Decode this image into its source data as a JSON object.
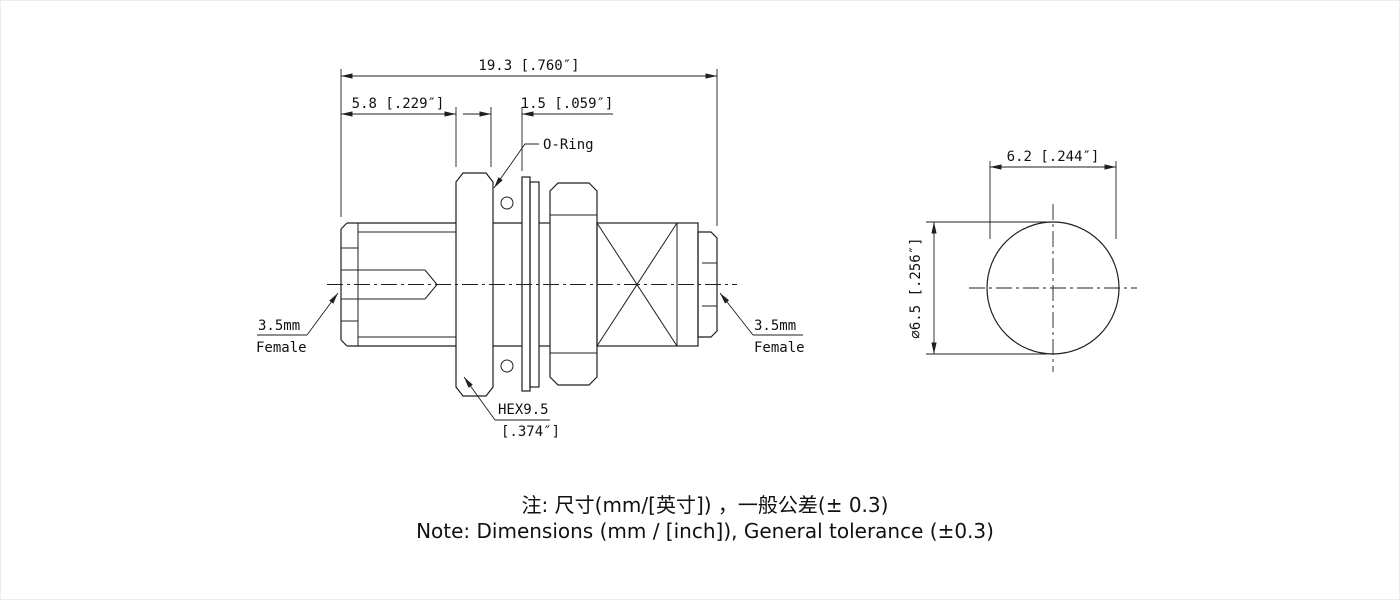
{
  "side_view": {
    "dim_overall": "19.3 [.760″]",
    "dim_flange_offset": "5.8 [.229″]",
    "dim_oring_groove": "1.5 [.059″]",
    "oring_label": "O-Ring",
    "hex_size": "HEX9.5",
    "hex_size_inch": "[.374″]",
    "left_port": {
      "line1": "3.5mm",
      "line2": "Female"
    },
    "right_port": {
      "line1": "3.5mm",
      "line2": "Female"
    }
  },
  "end_view": {
    "dim_width": "6.2 [.244″]",
    "dim_diameter": "⌀6.5 [.256″]"
  },
  "notes": {
    "zh": "注: 尺寸(mm/[英寸]) ，一般公差(± 0.3)",
    "en": "Note: Dimensions (mm / [inch]), General tolerance (±0.3)"
  },
  "colors": {
    "line": "#1f1f1f",
    "background": "#ffffff"
  }
}
